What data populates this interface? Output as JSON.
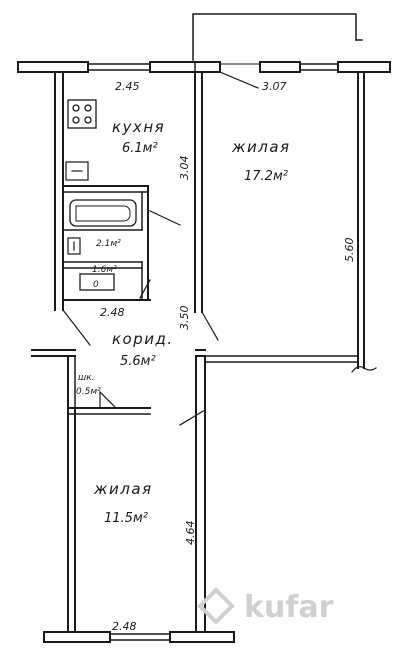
{
  "plan": {
    "rooms": {
      "kitchen": {
        "name": "кухня",
        "area": "6.1м²"
      },
      "living_large": {
        "name": "жилая",
        "area": "17.2м²"
      },
      "bathroom": {
        "area": "2.1м²"
      },
      "wc": {
        "area": "1.6м²"
      },
      "corridor": {
        "name": "корид.",
        "area": "5.6м²"
      },
      "closet": {
        "name": "шк.",
        "area": "0.5м²"
      },
      "living_small": {
        "name": "жилая",
        "area": "11.5м²"
      }
    },
    "dimensions": {
      "kitchen_width": "2.45",
      "living_large_width": "3.07",
      "kitchen_depth": "3.04",
      "living_large_depth": "5.60",
      "corridor_width": "2.48",
      "corridor_depth": "3.50",
      "living_small_depth": "4.64",
      "living_small_width": "2.48"
    },
    "fixtures": {
      "wc_bowl": "0"
    }
  },
  "watermark": {
    "text": "kufar"
  },
  "colors": {
    "ink": "#1a1a1a",
    "watermark": "#d0d0d0"
  }
}
